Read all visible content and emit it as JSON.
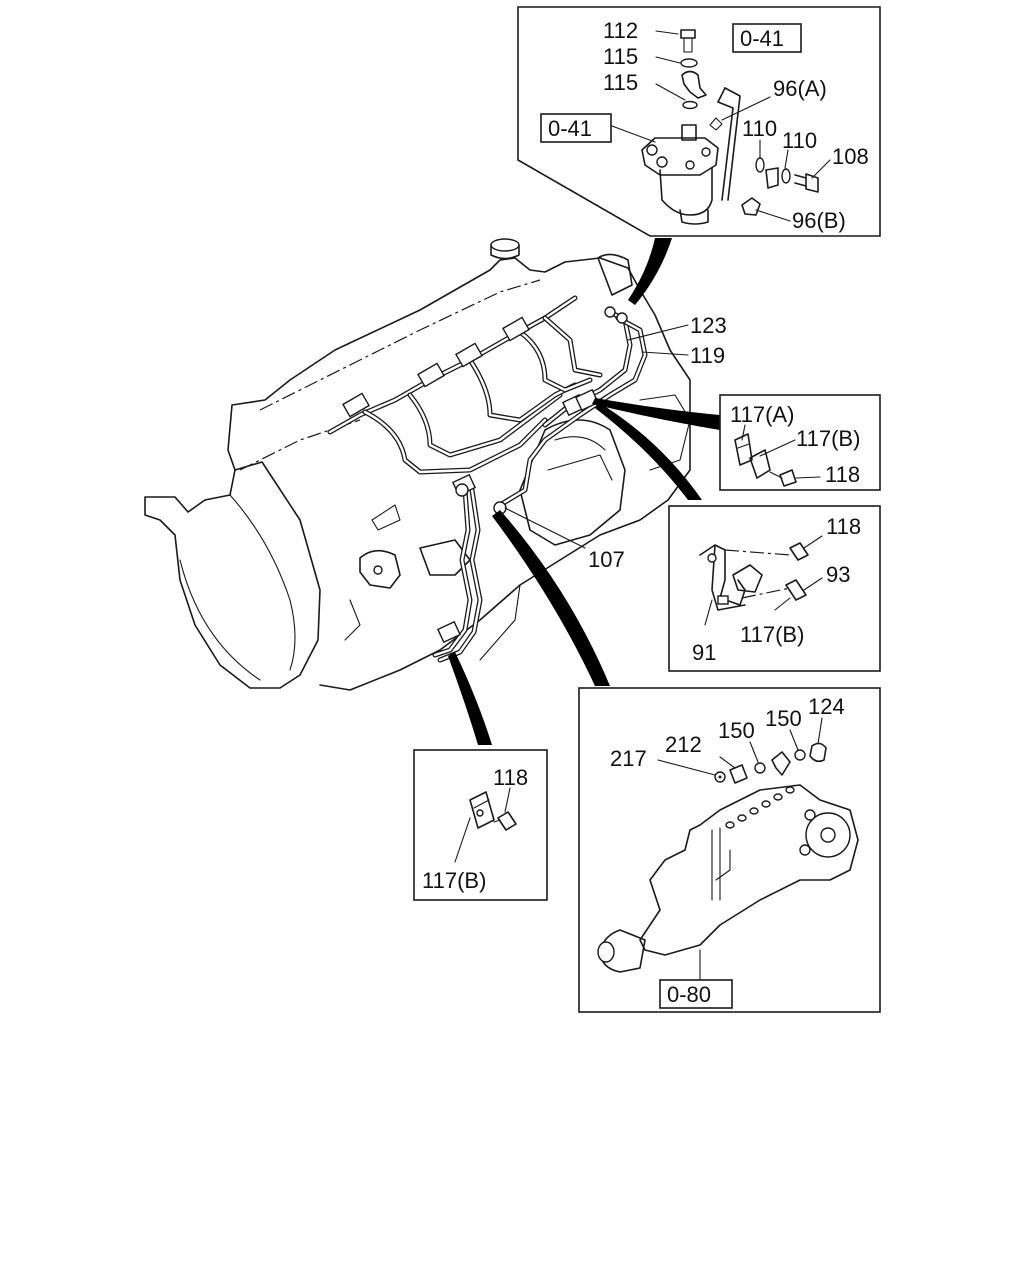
{
  "panels": {
    "filter": {
      "refs": [
        "0-41",
        "0-41"
      ],
      "labels": [
        "112",
        "115",
        "115",
        "96(A)",
        "110",
        "110",
        "108",
        "96(B)"
      ]
    },
    "main": {
      "labels": [
        "123",
        "119",
        "107"
      ]
    },
    "clip_a": {
      "labels": [
        "117(A)",
        "117(B)",
        "118"
      ]
    },
    "bracket": {
      "labels": [
        "118",
        "93",
        "91",
        "117(B)"
      ]
    },
    "clip_b": {
      "labels": [
        "118",
        "117(B)"
      ]
    },
    "pump": {
      "labels": [
        "217",
        "212",
        "150",
        "150",
        "124"
      ],
      "ref": "0-80"
    }
  },
  "colors": {
    "ink": "#1a1a1a",
    "paper": "#ffffff"
  }
}
